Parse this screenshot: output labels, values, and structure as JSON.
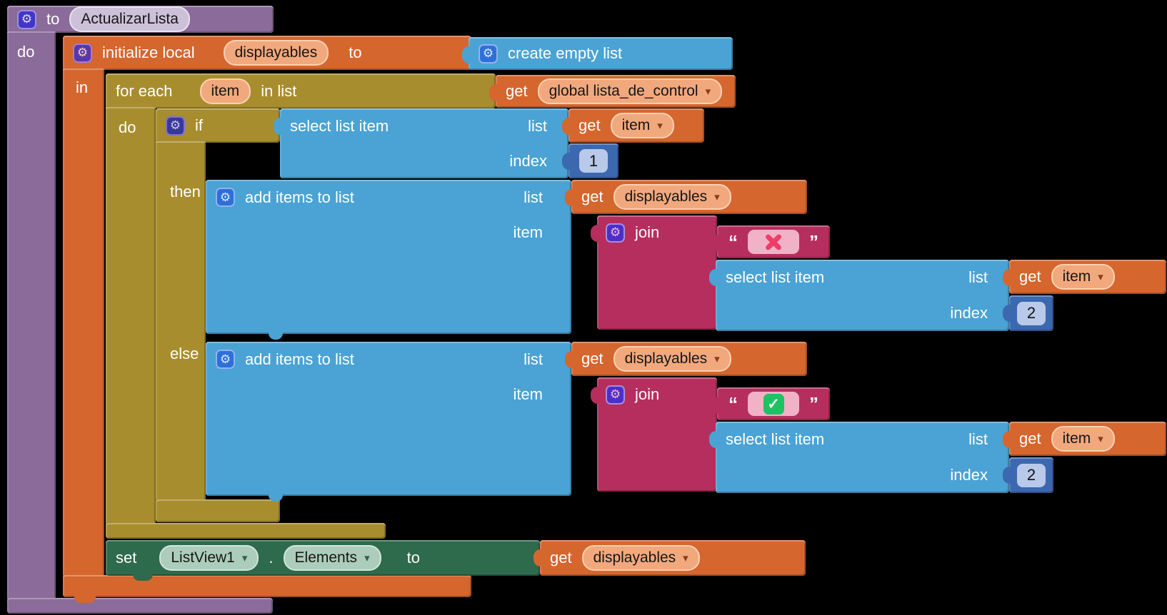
{
  "app": "MIT App Inventor blocks editor",
  "labels": {
    "to": "to",
    "do": "do",
    "in": "in",
    "if": "if",
    "then": "then",
    "else": "else",
    "set": "set",
    "get": "get",
    "join": "join",
    "initialize_local": "initialize local",
    "create_empty_list": "create empty list",
    "for_each": "for each",
    "in_list": "in list",
    "select_list_item": "select list item",
    "list": "list",
    "index": "index",
    "item": "item",
    "add_items_to_list": "add items to list",
    "dot": ".",
    "open_quote": "“",
    "close_quote": "”"
  },
  "fields": {
    "procedure_name": "ActualizarLista",
    "local_variable": "displayables",
    "loop_variable": "item",
    "get_global_variable": "global lista_de_control",
    "get_displayables": "displayables",
    "get_item": "item",
    "if_index": "1",
    "then_index": "2",
    "else_index": "2",
    "then_text_icon": "cross-mark ❌",
    "else_text_icon": "check-mark ✅",
    "component": "ListView1",
    "property": "Elements"
  },
  "icons": {
    "gear": "⚙",
    "dropdown_arrow": "▾",
    "check_mark": "✓"
  },
  "colors": {
    "procedure": "#8a6b99",
    "variables_orange": "#d5662e",
    "control_olive": "#a78d2e",
    "lists_blue": "#4aa3d4",
    "text_magenta": "#b52e5e",
    "component_green": "#2e6a4c",
    "math_blue": "#3c68b0",
    "background": "#000000"
  }
}
